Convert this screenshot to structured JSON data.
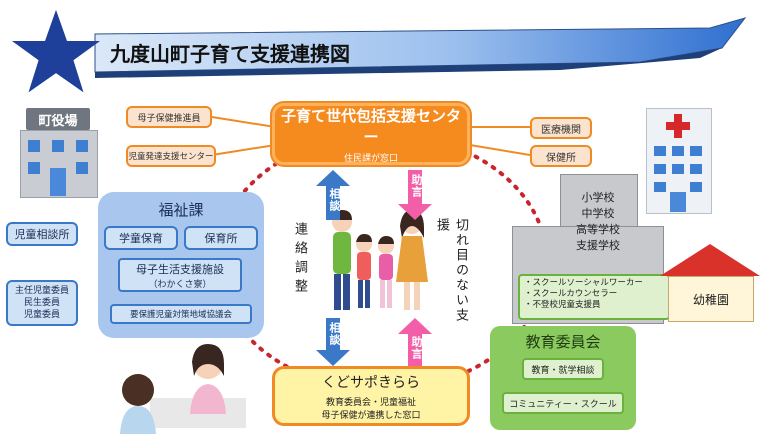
{
  "title": "九度山町子育て支援連携図",
  "center": {
    "title": "子育て世代包括支援センター",
    "sub": "住民課が窓口"
  },
  "left_top_tags": [
    "母子保健推進員",
    "児童発達支援センター"
  ],
  "right_top_tags": [
    "医療機関",
    "保健所"
  ],
  "town_hall_sign": "町役場",
  "welfare": {
    "title": "福祉課",
    "items": [
      "学童保育",
      "保育所"
    ],
    "facility": "母子生活支援施設",
    "facility_sub": "（わかくさ寮）",
    "council": "要保護児童対策地域協議会"
  },
  "left_side": {
    "consult": "児童相談所",
    "members": [
      "主任児童委員",
      "民生委員",
      "児童委員"
    ]
  },
  "school": {
    "levels": [
      "小学校",
      "中学校",
      "高等学校",
      "支援学校"
    ],
    "staff": [
      "・スクールソーシャルワーカー",
      "・スクールカウンセラー",
      "・不登校児童支援員"
    ]
  },
  "kindergarten": "幼稚園",
  "education": {
    "title": "教育委員会",
    "items": [
      "教育・就学相談",
      "コミュニティー・スクール"
    ]
  },
  "kudo": {
    "title": "くどサポきらら",
    "sub1": "教育委員会・児童福祉",
    "sub2": "母子保健が連携した窓口"
  },
  "arrows": {
    "consult": "相談",
    "advice": "助言"
  },
  "cooperation": "連絡調整",
  "seamless": "切れ目のない支援",
  "colors": {
    "orange": "#f08a24",
    "blue": "#3a78c8",
    "green": "#6ab23d",
    "magenta": "#f25fa8",
    "dashed_red": "#c8262d"
  }
}
